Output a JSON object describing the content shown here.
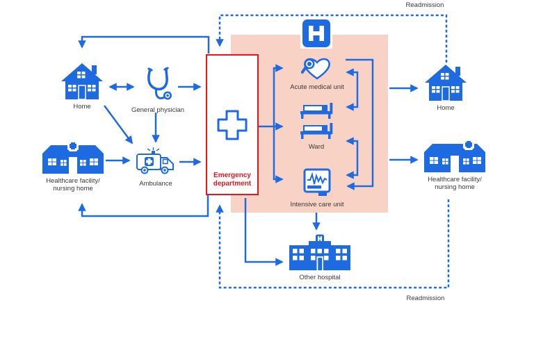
{
  "title": "Patient flow pathway diagram",
  "colors": {
    "blue": "#1e6ae1",
    "pink": "#f8d2c4",
    "red": "#e8141e",
    "text": "#3a3a3a",
    "white": "#ffffff"
  },
  "nodes": {
    "home_left": {
      "label": "Home",
      "icon": "house-icon"
    },
    "general_physician": {
      "label": "General physician",
      "icon": "stethoscope-icon"
    },
    "healthcare_left": {
      "label_line1": "Healthcare facility/",
      "label_line2": "nursing home",
      "icon": "clinic-building-icon"
    },
    "ambulance": {
      "label": "Ambulance",
      "icon": "ambulance-icon"
    },
    "emergency_department": {
      "label_line1": "Emergency",
      "label_line2": "department",
      "icon": "medical-cross-icon"
    },
    "hospital_sign": {
      "icon": "hospital-h-sign-icon"
    },
    "acute_medical_unit": {
      "label": "Acute medical unit",
      "icon": "heart-magnifier-icon"
    },
    "ward": {
      "label": "Ward",
      "icon": "hospital-beds-icon"
    },
    "intensive_care_unit": {
      "label": "Intensive care unit",
      "icon": "ecg-monitor-icon"
    },
    "home_right": {
      "label": "Home",
      "icon": "house-icon"
    },
    "healthcare_right": {
      "label_line1": "Healthcare facility/",
      "label_line2": "nursing home",
      "icon": "clinic-building-icon"
    },
    "other_hospital": {
      "label": "Other hospital",
      "icon": "hospital-building-icon"
    }
  },
  "annotations": {
    "readmission_top": "Readmission",
    "readmission_bottom": "Readmission"
  },
  "connections": [
    "home-left <-> general-physician",
    "general-physician -> emergency-department",
    "general-physician -> ambulance",
    "home-left -> ambulance",
    "healthcare-left -> ambulance",
    "ambulance -> emergency-department",
    "emergency-department -> home-left (discharge loop)",
    "emergency-department -> healthcare-left (discharge loop)",
    "emergency-department -> acute-medical-unit",
    "emergency-department -> ward",
    "emergency-department -> intensive-care-unit",
    "acute-medical-unit -> intensive-care-unit",
    "acute-medical-unit <-> ward",
    "ward <-> intensive-care-unit",
    "hospital -> home-right",
    "hospital -> healthcare-right",
    "emergency-department -> other-hospital",
    "intensive-care-unit -> other-hospital",
    "home-right -> emergency-department (readmission, dashed)",
    "healthcare-right -> emergency-department (readmission, dashed)"
  ]
}
